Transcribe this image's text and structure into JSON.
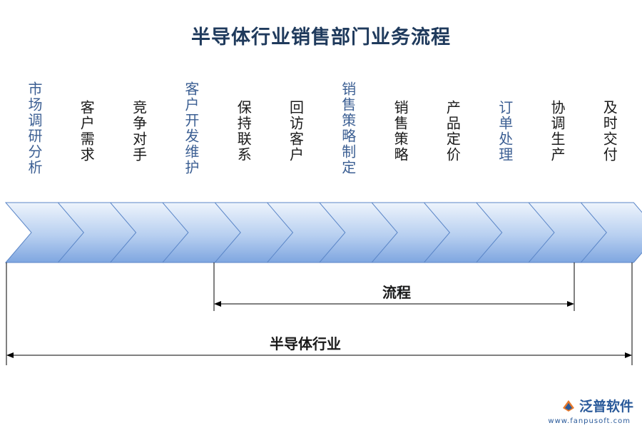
{
  "title": "半导体行业销售部门业务流程",
  "steps": [
    {
      "label": "市场调研分析",
      "color": "blue"
    },
    {
      "label": "客户需求",
      "color": "dark"
    },
    {
      "label": "竞争对手",
      "color": "dark"
    },
    {
      "label": "客户开发维护",
      "color": "blue"
    },
    {
      "label": "保持联系",
      "color": "dark"
    },
    {
      "label": "回访客户",
      "color": "dark"
    },
    {
      "label": "销售策略制定",
      "color": "blue"
    },
    {
      "label": "销售策略",
      "color": "dark"
    },
    {
      "label": "产品定价",
      "color": "dark"
    },
    {
      "label": "订单处理",
      "color": "blue"
    },
    {
      "label": "协调生产",
      "color": "dark"
    },
    {
      "label": "及时交付",
      "color": "dark"
    }
  ],
  "spans": {
    "process_label": "流程",
    "industry_label": "半导体行业"
  },
  "watermark": "泛普",
  "logo": {
    "text": "泛普软件",
    "url": "www.fanpusoft.com"
  },
  "colors": {
    "title": "#1f3a5c",
    "chevron_light": "#e8f0fb",
    "chevron_dark": "#7fa6e0",
    "chevron_stroke": "#5b86c7"
  }
}
